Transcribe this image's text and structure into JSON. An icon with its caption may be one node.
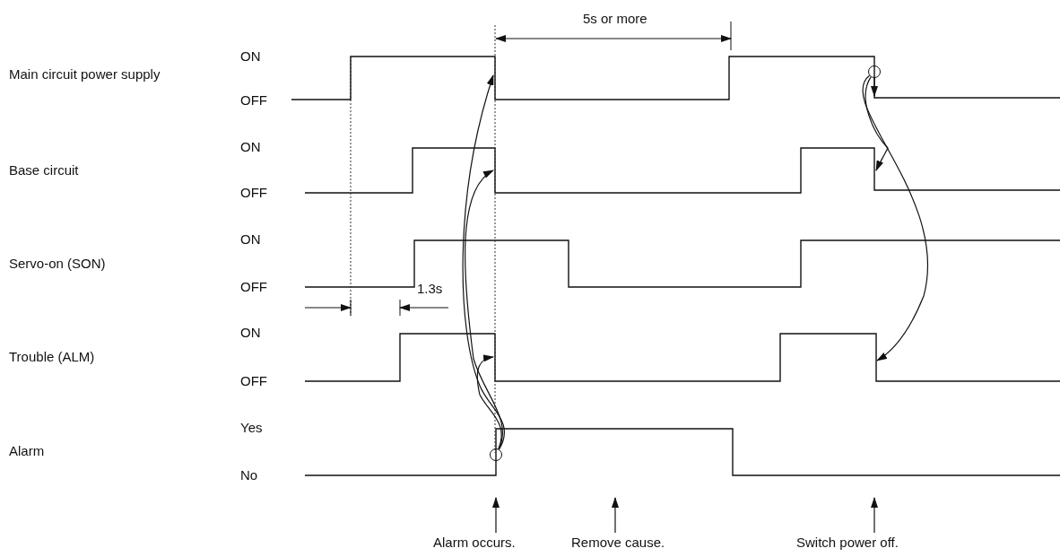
{
  "diagram": {
    "nodes": [
      {
        "text": [],
        "shape": "circle"
      },
      {
        "text": [],
        "shape": "circle"
      },
      {
        "text": [
          "Alarm occurs."
        ]
      },
      {
        "text": [
          "Remove cause."
        ]
      },
      {
        "text": [
          "Switch power off."
        ]
      }
    ],
    "edges": [
      {
        "from": 1,
        "to": null,
        "arrow": "to"
      },
      {
        "from": 1,
        "to": null,
        "arrow": "to"
      },
      {
        "from": 1,
        "to": null,
        "arrow": "to"
      },
      {
        "from": 0,
        "to": null,
        "arrow": "to"
      },
      {
        "from": 0,
        "to": null,
        "arrow": "to"
      },
      {
        "from": 0,
        "to": null,
        "arrow": "to"
      },
      {
        "from": 2,
        "to": null,
        "arrow": "to"
      },
      {
        "from": 3,
        "to": null,
        "arrow": "to"
      },
      {
        "from": 4,
        "to": null,
        "arrow": "to"
      }
    ],
    "labels": [
      "5s or more",
      "ON",
      "Main circuit power supply",
      "OFF",
      "ON",
      "Base circuit",
      "OFF",
      "ON",
      "Servo-on (SON)",
      "OFF",
      "1.3s",
      "ON",
      "Trouble (ALM)",
      "OFF",
      "Yes",
      "Alarm",
      "No"
    ]
  }
}
